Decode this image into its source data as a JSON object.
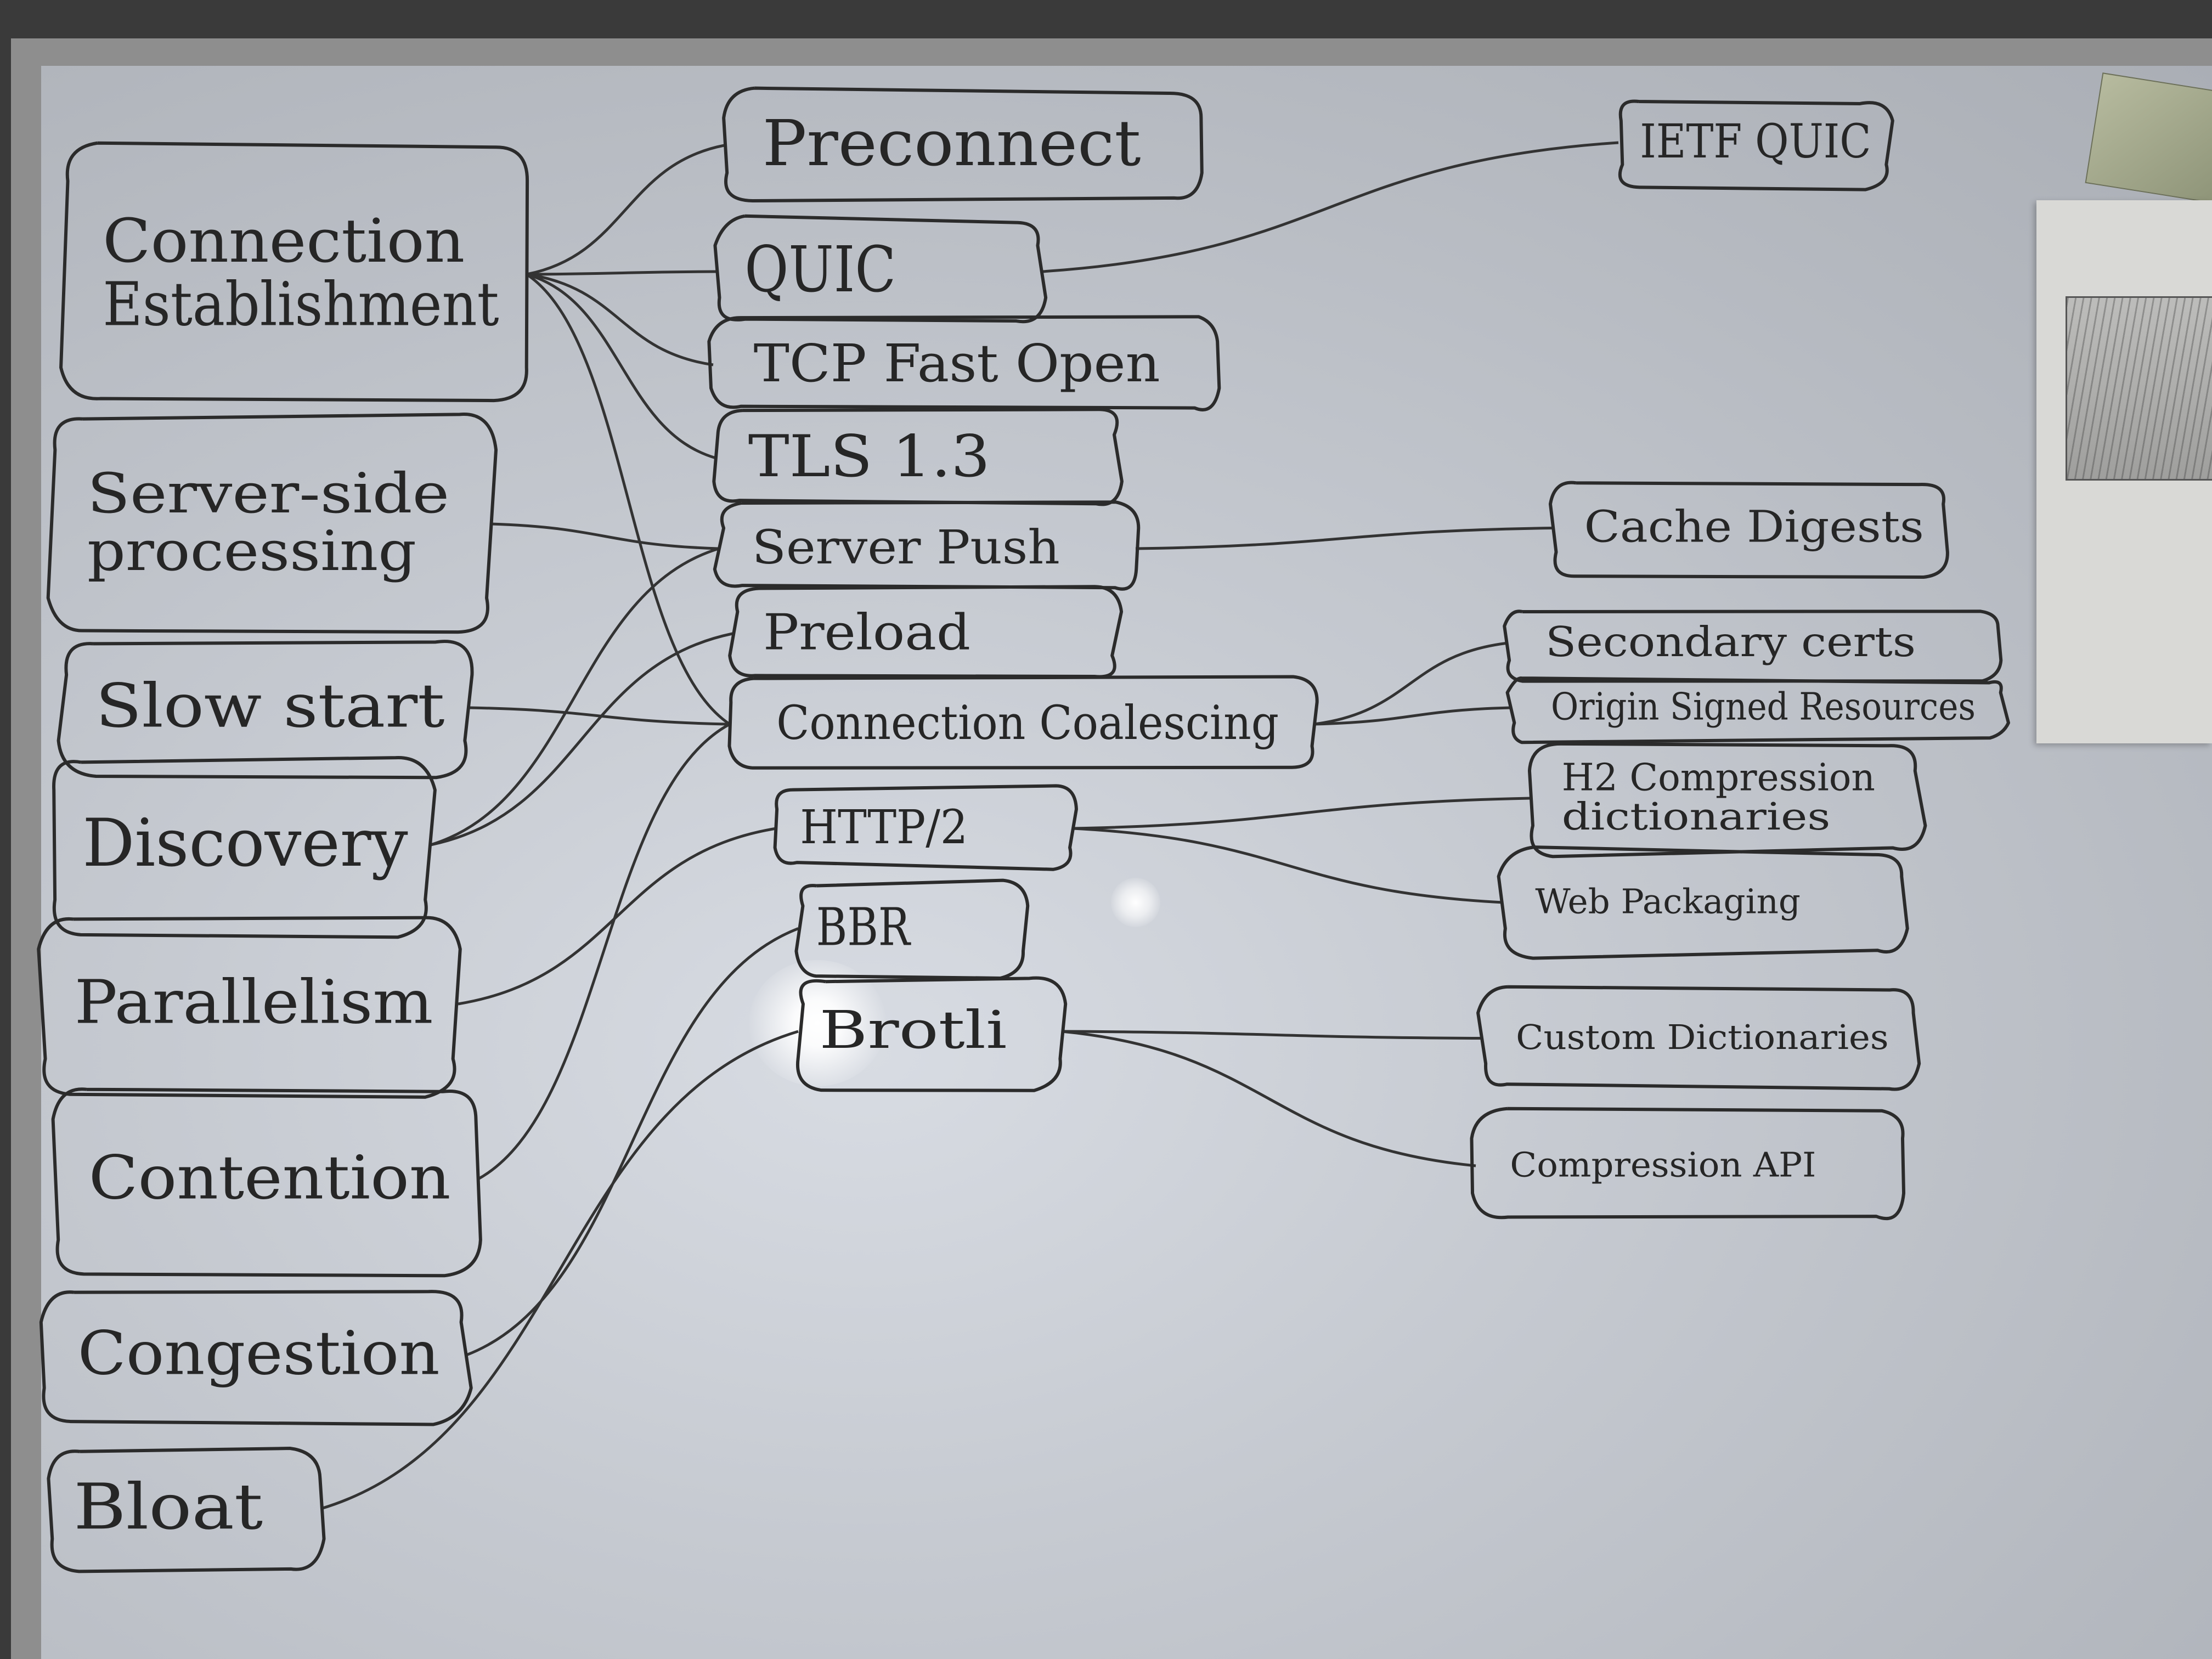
{
  "diagram": {
    "problems": {
      "connection_establishment": [
        "Connection",
        "Establishment"
      ],
      "server_side_processing": [
        "Server-side",
        "processing"
      ],
      "slow_start": "Slow start",
      "discovery": "Discovery",
      "parallelism": "Parallelism",
      "contention": "Contention",
      "congestion": "Congestion",
      "bloat": "Bloat"
    },
    "solutions": {
      "preconnect": "Preconnect",
      "quic": "QUIC",
      "tcp_fast_open": "TCP Fast Open",
      "tls_1_3": "TLS 1.3",
      "server_push": "Server Push",
      "preload": "Preload",
      "connection_coalescing": "Connection Coalescing",
      "http2": "HTTP/2",
      "bbr": "BBR",
      "brotli": "Brotli"
    },
    "extensions": {
      "ietf_quic": "IETF QUIC",
      "cache_digests": "Cache Digests",
      "secondary_certs": "Secondary certs",
      "origin_signed_resources": "Origin Signed Resources",
      "h2_compression_dictionaries": [
        "H2 Compression",
        "dictionaries"
      ],
      "web_packaging": "Web Packaging",
      "custom_dictionaries": "Custom Dictionaries",
      "compression_api": "Compression API"
    },
    "connections": [
      [
        "connection_establishment",
        "preconnect"
      ],
      [
        "connection_establishment",
        "quic"
      ],
      [
        "connection_establishment",
        "tcp_fast_open"
      ],
      [
        "connection_establishment",
        "tls_1_3"
      ],
      [
        "connection_establishment",
        "connection_coalescing"
      ],
      [
        "server_side_processing",
        "server_push"
      ],
      [
        "slow_start",
        "connection_coalescing"
      ],
      [
        "discovery",
        "server_push"
      ],
      [
        "discovery",
        "preload"
      ],
      [
        "parallelism",
        "http2"
      ],
      [
        "contention",
        "connection_coalescing"
      ],
      [
        "congestion",
        "bbr"
      ],
      [
        "bloat",
        "brotli"
      ],
      [
        "quic",
        "ietf_quic"
      ],
      [
        "server_push",
        "cache_digests"
      ],
      [
        "connection_coalescing",
        "secondary_certs"
      ],
      [
        "connection_coalescing",
        "origin_signed_resources"
      ],
      [
        "http2",
        "h2_compression_dictionaries"
      ],
      [
        "http2",
        "web_packaging"
      ],
      [
        "brotli",
        "custom_dictionaries"
      ],
      [
        "brotli",
        "compression_api"
      ]
    ]
  }
}
